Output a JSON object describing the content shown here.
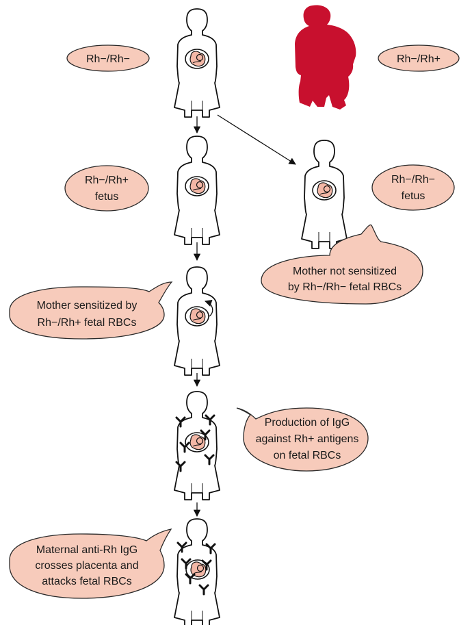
{
  "labels": {
    "mother_genotype": "Rh−/Rh−",
    "father_genotype": "Rh−/Rh+",
    "fetus_positive": "Rh−/Rh+",
    "fetus_positive_word": "fetus",
    "fetus_negative": "Rh−/Rh−",
    "fetus_negative_word": "fetus",
    "not_sensitized_line1": "Mother not sensitized",
    "not_sensitized_line2": "by Rh−/Rh− fetal RBCs",
    "sensitized_line1": "Mother sensitized by",
    "sensitized_line2": "Rh−/Rh+ fetal RBCs",
    "igg_line1": "Production of IgG",
    "igg_line2": "against Rh+ antigens",
    "igg_line3": "on fetal RBCs",
    "attack_line1": "Maternal anti-Rh IgG",
    "attack_line2": "crosses placenta and",
    "attack_line3": "attacks fetal RBCs"
  },
  "colors": {
    "bubble_fill": "#f7cbbb",
    "father_silhouette": "#c8102e",
    "fetus_fill": "#f3b7a6",
    "outline": "#111111"
  }
}
